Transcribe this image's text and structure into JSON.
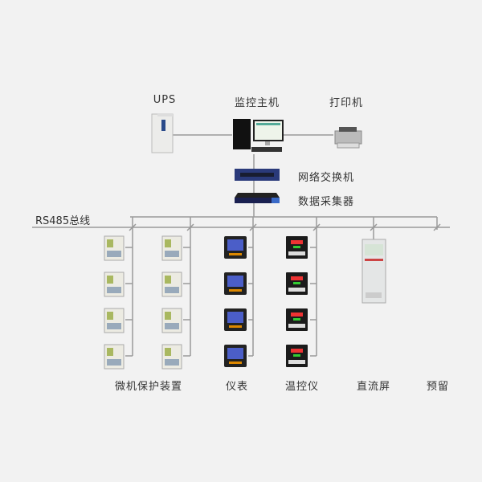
{
  "top": {
    "ups_label": "UPS",
    "host_label": "监控主机",
    "printer_label": "打印机",
    "switch_label": "网络交换机",
    "collector_label": "数据采集器"
  },
  "bus": {
    "label": "RS485总线"
  },
  "groups": [
    {
      "label": "微机保护装置"
    },
    {
      "label": "仪表"
    },
    {
      "label": "温控仪"
    },
    {
      "label": "直流屏"
    },
    {
      "label": "预留"
    }
  ],
  "colors": {
    "background": "#f2f2f2",
    "line": "#9a9a9a",
    "device_blue": "#1e2f6e"
  }
}
